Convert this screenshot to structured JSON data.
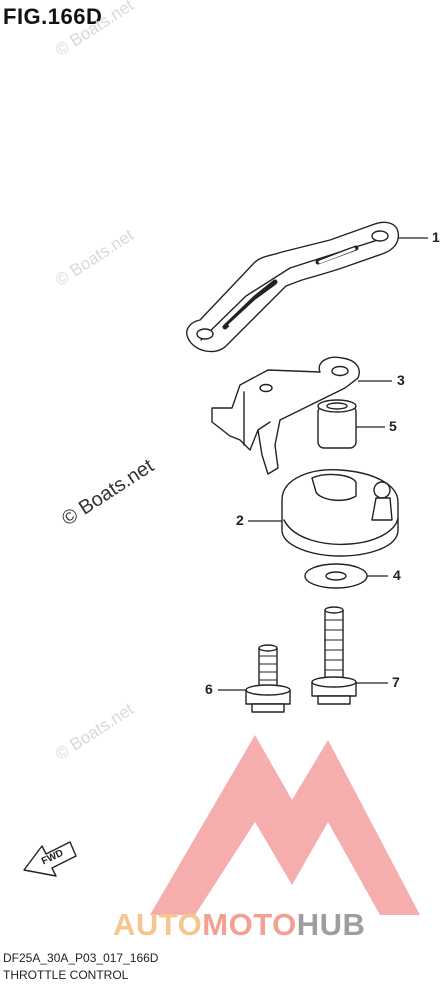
{
  "figure": {
    "title": "FIG.166D",
    "code": "DF25A_30A_P03_017_166D",
    "name": "THROTTLE CONTROL"
  },
  "watermark": {
    "text": "© Boats.net"
  },
  "callouts": [
    "1",
    "2",
    "3",
    "4",
    "5",
    "6",
    "7"
  ],
  "direction_arrow": {
    "label": "FWD"
  },
  "brand": {
    "part1": "AUTO",
    "part2": "MOTO",
    "part3": "HUB"
  },
  "colors": {
    "line": "#222222",
    "logo_red": "#ee3b3b",
    "brand_orange": "#f6c590",
    "brand_salmon": "#f3a090",
    "brand_gray": "#9e9e9e"
  }
}
